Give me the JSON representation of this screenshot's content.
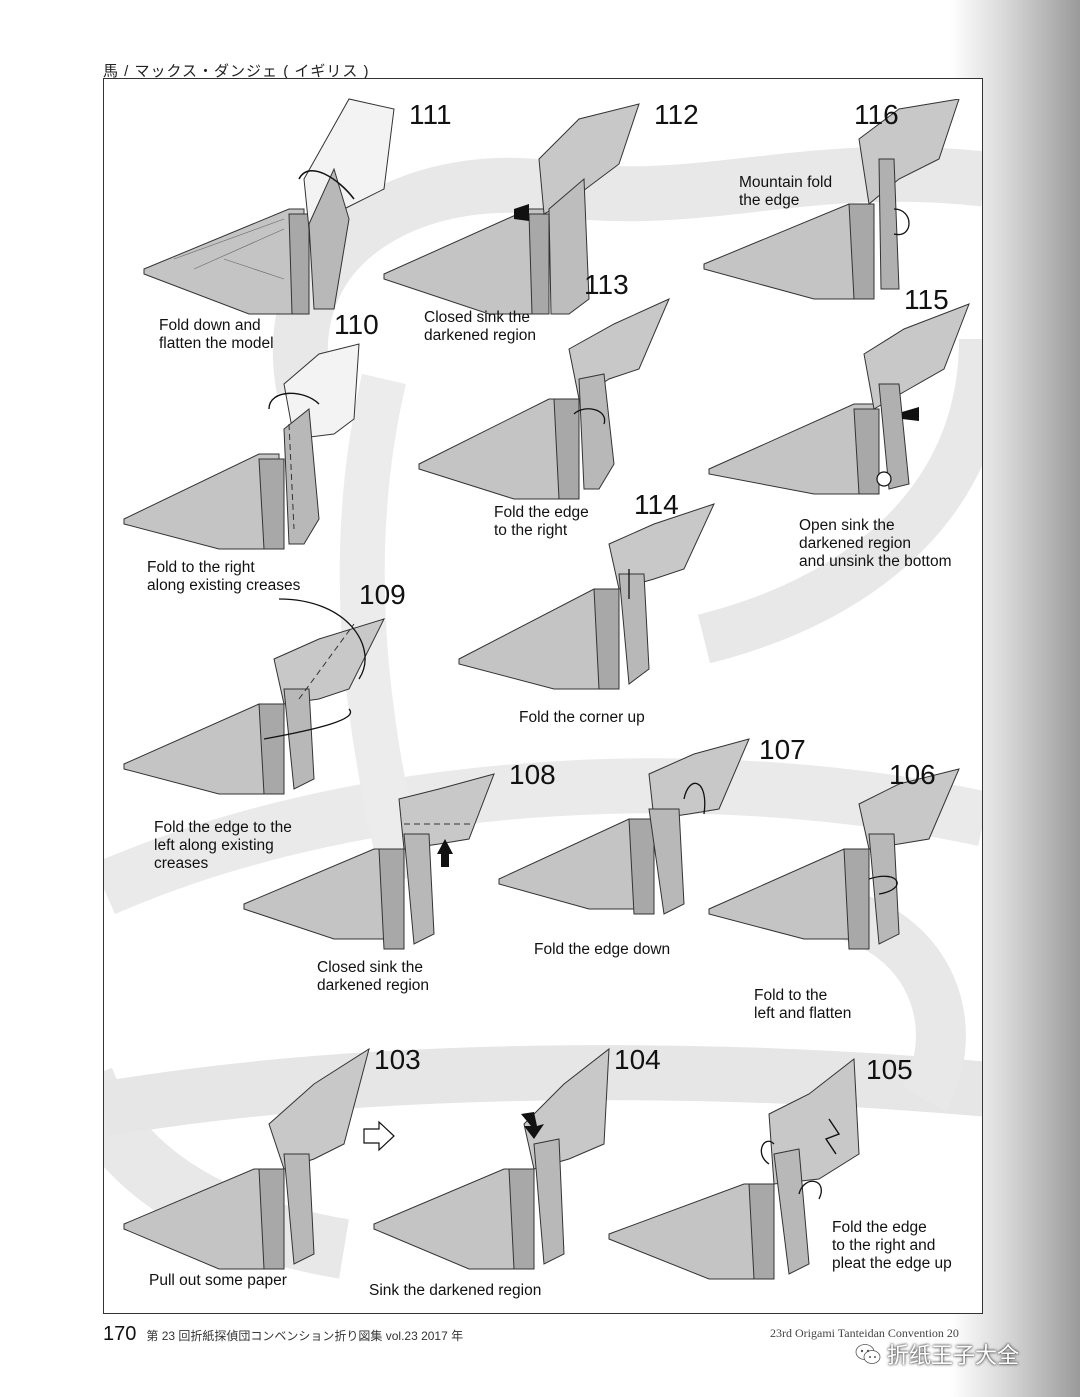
{
  "header": {
    "title": "馬 / マックス・ダンジェ ( イギリス )"
  },
  "steps": [
    {
      "number": "111",
      "caption": "Fold down and\nflatten the model"
    },
    {
      "number": "112",
      "caption": "Closed sink the\ndarkened region"
    },
    {
      "number": "116",
      "caption": "Mountain fold\nthe edge"
    },
    {
      "number": "110",
      "caption": "Fold to the right\nalong existing creases"
    },
    {
      "number": "113",
      "caption": "Fold the edge\nto the right"
    },
    {
      "number": "115",
      "caption": "Open sink the\ndarkened region\nand unsink the bottom"
    },
    {
      "number": "114",
      "caption": "Fold the corner up"
    },
    {
      "number": "109",
      "caption": "Fold the edge to the\nleft along existing\ncreases"
    },
    {
      "number": "108",
      "caption": "Closed sink the\ndarkened region"
    },
    {
      "number": "107",
      "caption": "Fold the edge down"
    },
    {
      "number": "106",
      "caption": "Fold to the\nleft and flatten"
    },
    {
      "number": "103",
      "caption": "Pull out some paper"
    },
    {
      "number": "104",
      "caption": "Sink the darkened region"
    },
    {
      "number": "105",
      "caption": "Fold the edge\nto the right and\npleat the edge up"
    }
  ],
  "footer": {
    "page_number": "170",
    "left_text": "第 23 回折紙探偵団コンベンション折り図集 vol.23 2017 年",
    "right_text": "23rd Origami Tanteidan Convention 20",
    "watermark": "折纸王子大全"
  },
  "colors": {
    "paper": "#bdbdbd",
    "paper_dark": "#9e9e9e",
    "crease": "#555555",
    "swirl": "#e6e6e6"
  }
}
